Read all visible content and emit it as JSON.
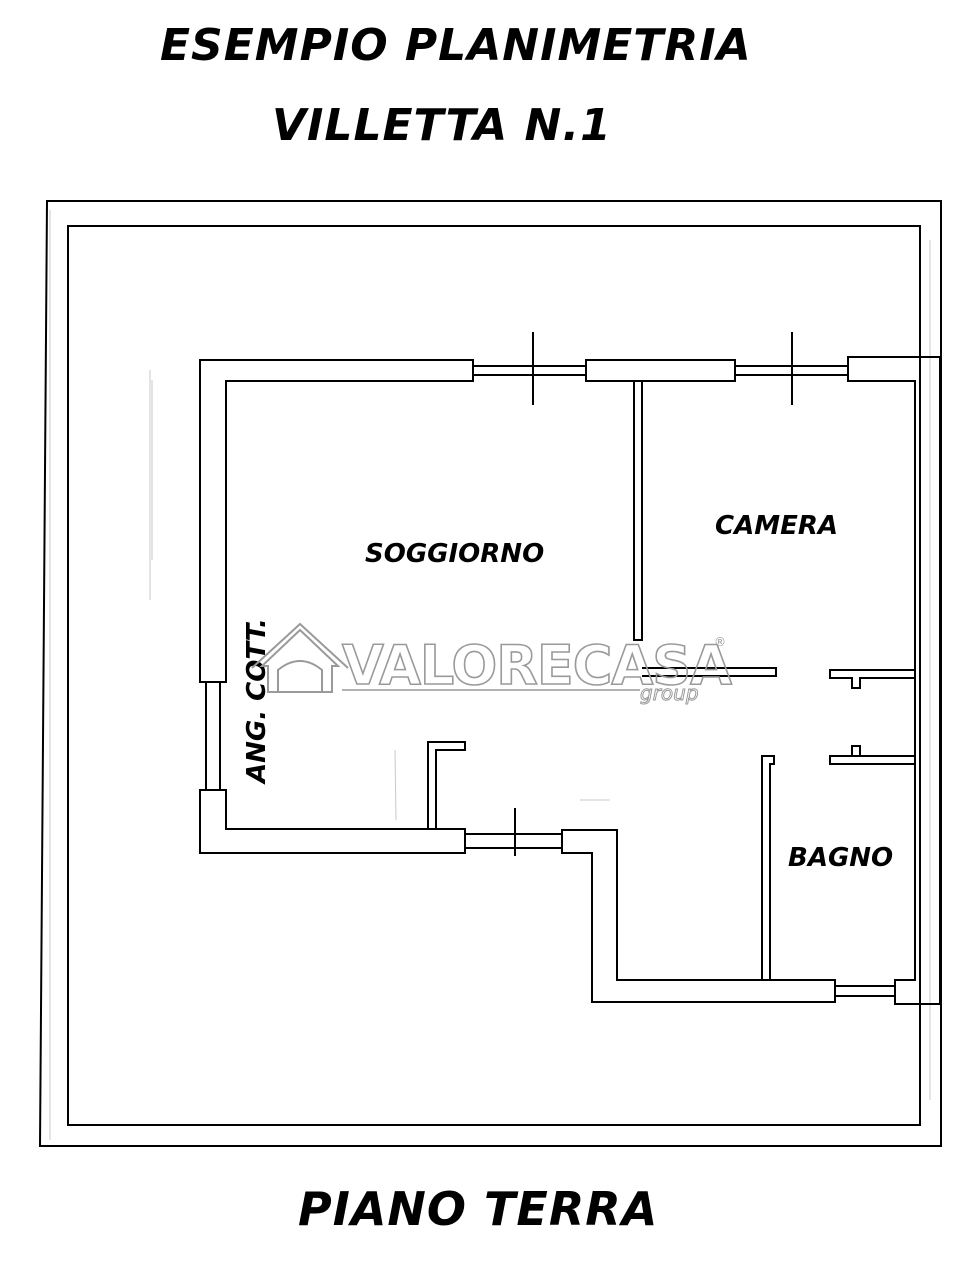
{
  "header": {
    "title_line1": "ESEMPIO PLANIMETRIA",
    "title_line2": "VILLETTA N.1"
  },
  "rooms": {
    "living": "SOGGIORNO",
    "bedroom": "CAMERA",
    "bathroom": "BAGNO",
    "kitchenette": "ANG. COTT."
  },
  "watermark": {
    "brand": "VALORECASA",
    "suffix": "group",
    "mark": "®"
  },
  "footer": {
    "floor_label": "PIANO TERRA"
  }
}
